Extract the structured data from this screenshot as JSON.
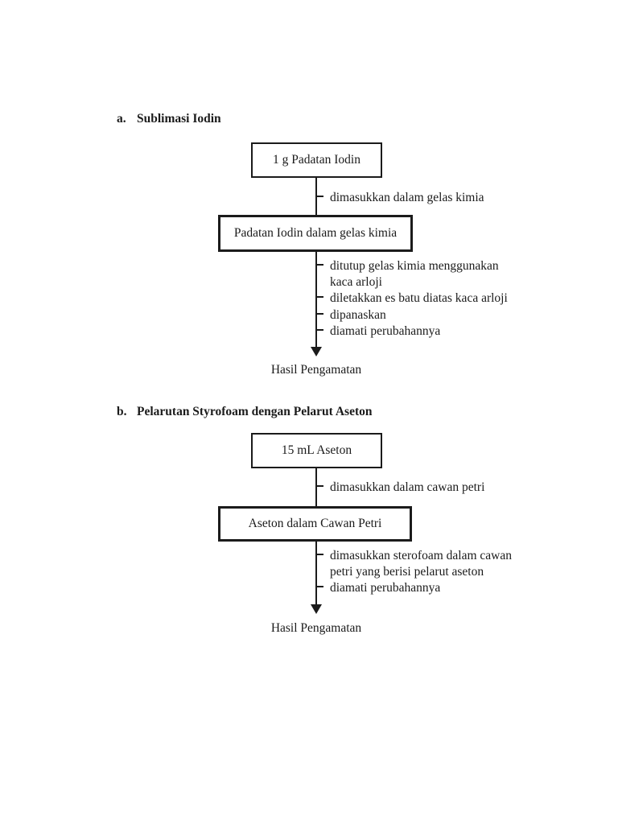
{
  "colors": {
    "ink": "#1b1b1b",
    "paper": "#ffffff"
  },
  "sections": [
    {
      "label": "a.",
      "title": "Sublimasi Iodin",
      "top_box": "1 g Padatan Iodin",
      "transition": "dimasukkan dalam gelas kimia",
      "mid_box": "Padatan Iodin dalam gelas kimia",
      "steps": [
        {
          "lines": [
            "ditutup gelas kimia menggunakan",
            "kaca arloji"
          ]
        },
        {
          "lines": [
            "diletakkan es batu diatas kaca arloji"
          ]
        },
        {
          "lines": [
            "dipanaskan"
          ]
        },
        {
          "lines": [
            "diamati perubahannya"
          ]
        }
      ],
      "result": "Hasil Pengamatan"
    },
    {
      "label": "b.",
      "title": "Pelarutan Styrofoam dengan Pelarut Aseton",
      "top_box": "15 mL Aseton",
      "transition": "dimasukkan dalam cawan petri",
      "mid_box": "Aseton dalam Cawan Petri",
      "steps": [
        {
          "lines": [
            "dimasukkan sterofoam dalam cawan",
            "petri yang berisi pelarut aseton"
          ]
        },
        {
          "lines": [
            "diamati perubahannya"
          ]
        }
      ],
      "result": "Hasil Pengamatan"
    }
  ]
}
